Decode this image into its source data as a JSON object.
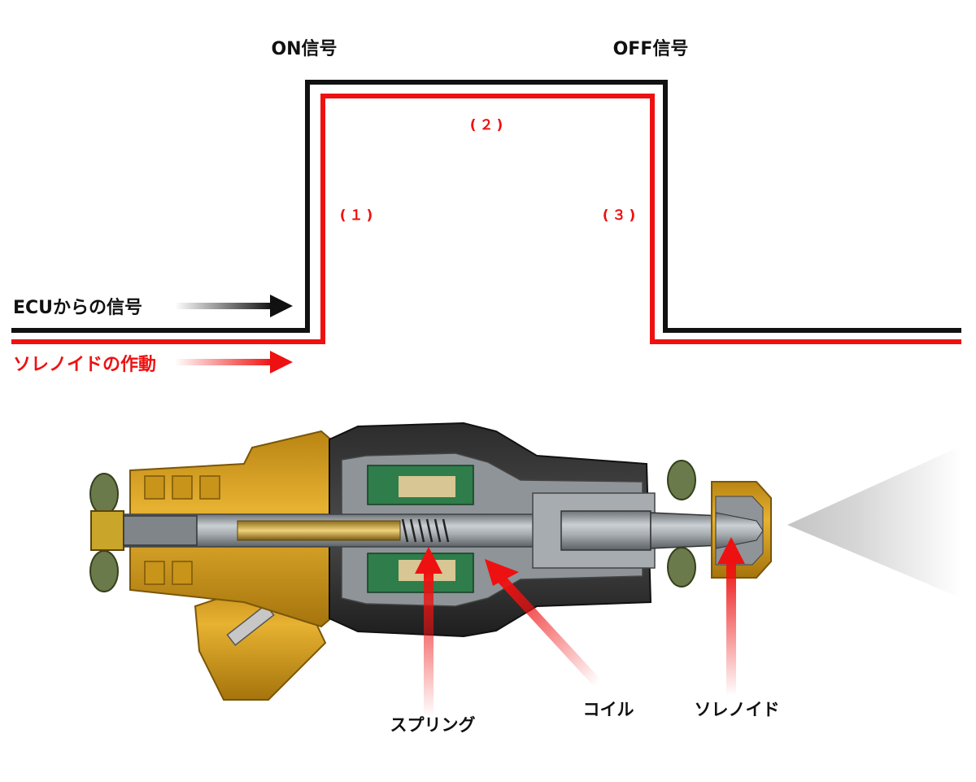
{
  "colors": {
    "ecu_signal": "#111111",
    "solenoid": "#ee1111",
    "injector_body": "#d9a21c",
    "injector_metal": "#9aa0a4"
  },
  "labels": {
    "on_signal": "ON信号",
    "off_signal": "OFF信号",
    "phase_1": "(１)",
    "phase_2": "(２)",
    "phase_3": "(３)",
    "ecu_signal": "ECUからの信号",
    "solenoid_action": "ソレノイドの作動"
  },
  "parts": {
    "spring": "スプリング",
    "coil": "コイル",
    "solenoid": "ソレノイド"
  },
  "icons": {
    "injector": "fuel-injector-cutaway-image",
    "spray": "fuel-spray-cone"
  }
}
